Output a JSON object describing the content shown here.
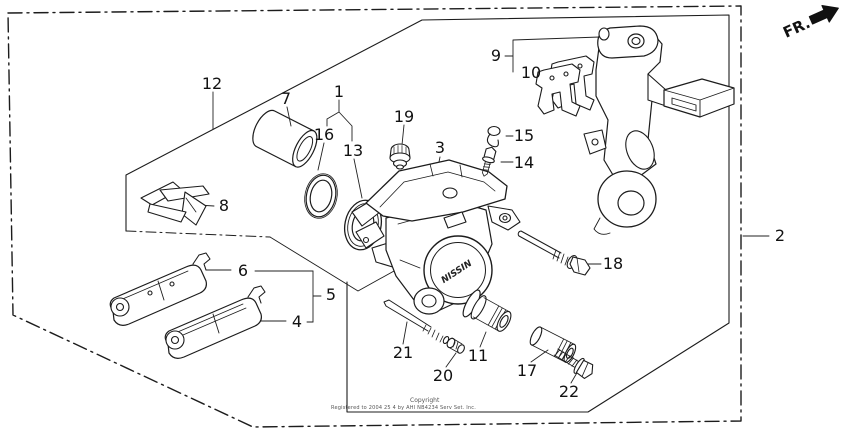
{
  "diagram": {
    "fr_indicator": "FR.",
    "brand_logo": "NISSIN",
    "copyright_line1": "Copyright",
    "copyright_line2": "Registered to 2004 25 4 by AHI NB4234 Serv Set. Inc.",
    "callouts": {
      "c1": "1",
      "c2": "2",
      "c3": "3",
      "c4": "4",
      "c5": "5",
      "c6": "6",
      "c7": "7",
      "c8": "8",
      "c9": "9",
      "c10": "10",
      "c11": "11",
      "c12": "12",
      "c13": "13",
      "c14": "14",
      "c15": "15",
      "c16": "16",
      "c17": "17",
      "c18": "18",
      "c19": "19",
      "c20": "20",
      "c21": "21",
      "c22": "22"
    }
  }
}
